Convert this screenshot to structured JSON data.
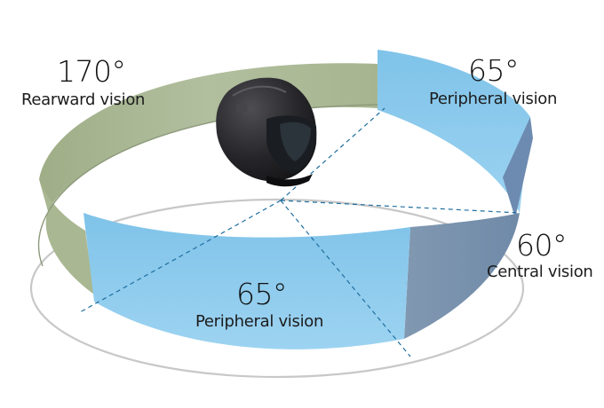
{
  "zones": [
    {
      "id": "rearward",
      "angle": "170°",
      "label": "Rearward vision",
      "color": "#a4b48e"
    },
    {
      "id": "peripheral_right",
      "angle": "65°",
      "label": "Peripheral vision",
      "color": "#83c6ea"
    },
    {
      "id": "central",
      "angle": "60°",
      "label": "Central vision",
      "color": "#7e94ae"
    },
    {
      "id": "peripheral_front",
      "angle": "65°",
      "label": "Peripheral vision",
      "color": "#83c6ea"
    }
  ]
}
